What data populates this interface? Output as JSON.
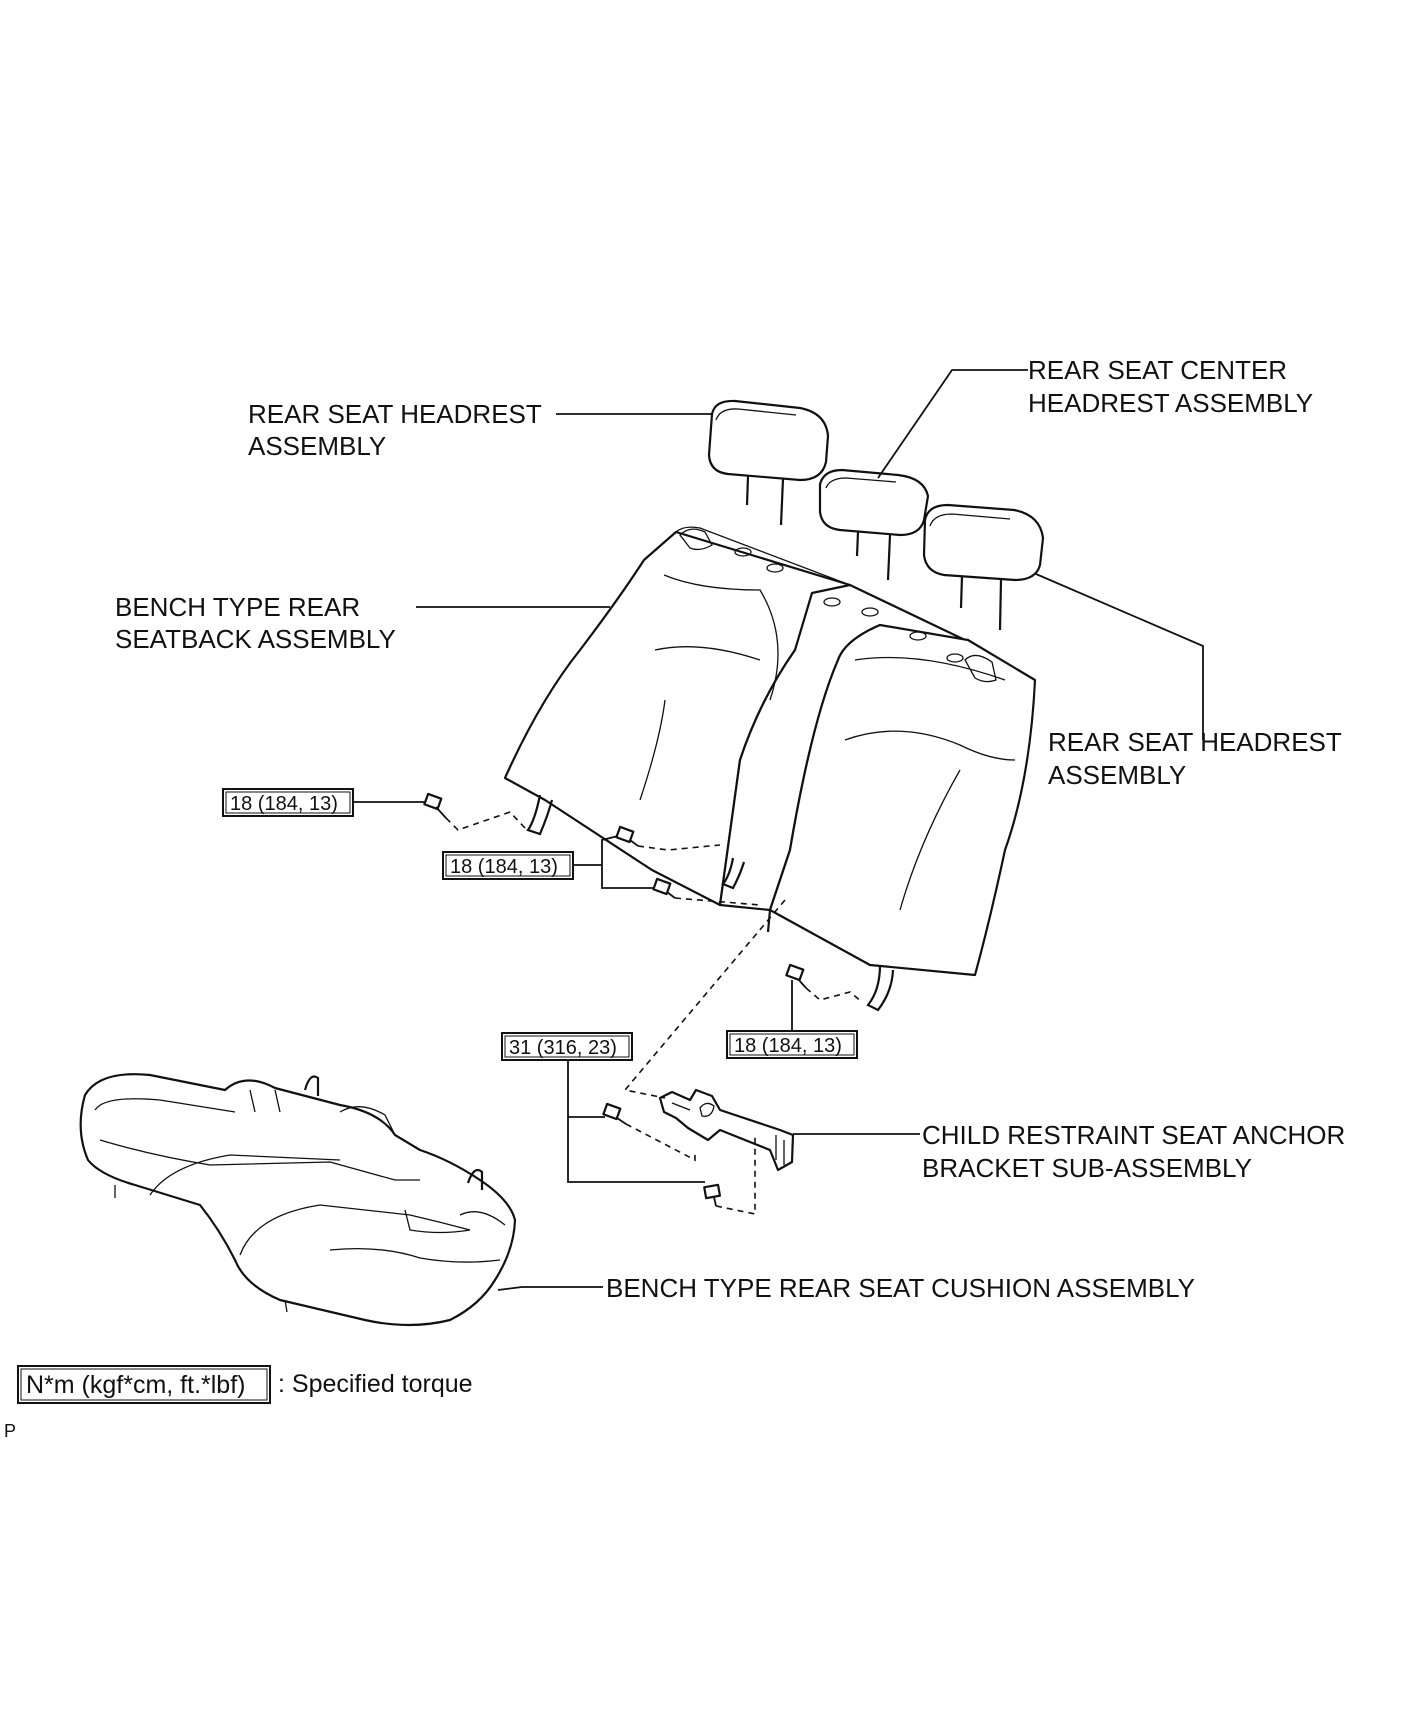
{
  "labels": {
    "rear_headrest_left": [
      "REAR SEAT HEADREST",
      "ASSEMBLY"
    ],
    "rear_center_headrest": [
      "REAR SEAT CENTER",
      "HEADREST ASSEMBLY"
    ],
    "seatback": [
      "BENCH TYPE REAR",
      "SEATBACK ASSEMBLY"
    ],
    "rear_headrest_right": [
      "REAR SEAT HEADREST",
      "ASSEMBLY"
    ],
    "anchor_bracket": [
      "CHILD RESTRAINT SEAT ANCHOR",
      "BRACKET SUB-ASSEMBLY"
    ],
    "cushion": "BENCH TYPE REAR SEAT CUSHION ASSEMBLY"
  },
  "torques": {
    "seatback_left": "18 (184, 13)",
    "seatback_center": "18 (184, 13)",
    "seatback_right": "18 (184, 13)",
    "anchor_bracket": "31 (316, 23)"
  },
  "legend": {
    "units": "N*m (kgf*cm, ft.*lbf)",
    "text": ": Specified torque"
  },
  "corner_mark": "P"
}
